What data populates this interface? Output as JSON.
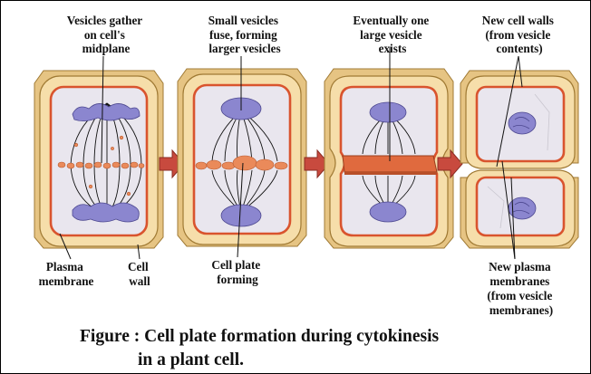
{
  "labels": {
    "vesicles_gather": [
      "Vesicles gather",
      "on cell's",
      "midplane"
    ],
    "small_vesicles": [
      "Small vesicles",
      "fuse, forming",
      "larger vesicles"
    ],
    "eventually": [
      "Eventually one",
      "large vesicle",
      "exists"
    ],
    "new_walls": [
      "New cell walls",
      "(from vesicle",
      "contents)"
    ],
    "plasma_membrane": [
      "Plasma",
      "membrane"
    ],
    "cell_wall": [
      "Cell",
      "wall"
    ],
    "cell_plate": [
      "Cell plate",
      "forming"
    ],
    "new_membranes": [
      "New plasma",
      "membranes",
      "(from vesicle",
      "membranes)"
    ]
  },
  "caption": {
    "line1": "Figure : Cell plate formation during cytokinesis",
    "line2": "in a plant cell."
  },
  "colors": {
    "cell_wall": "#f6deaa",
    "plasma_membrane": "#d9542e",
    "cytoplasm": "#e9e6ee",
    "chromatin": "#8b86cf",
    "vesicle": "#ea8a5a",
    "arrow": "#c84a3e"
  },
  "icons": [
    "right-arrow-icon"
  ]
}
